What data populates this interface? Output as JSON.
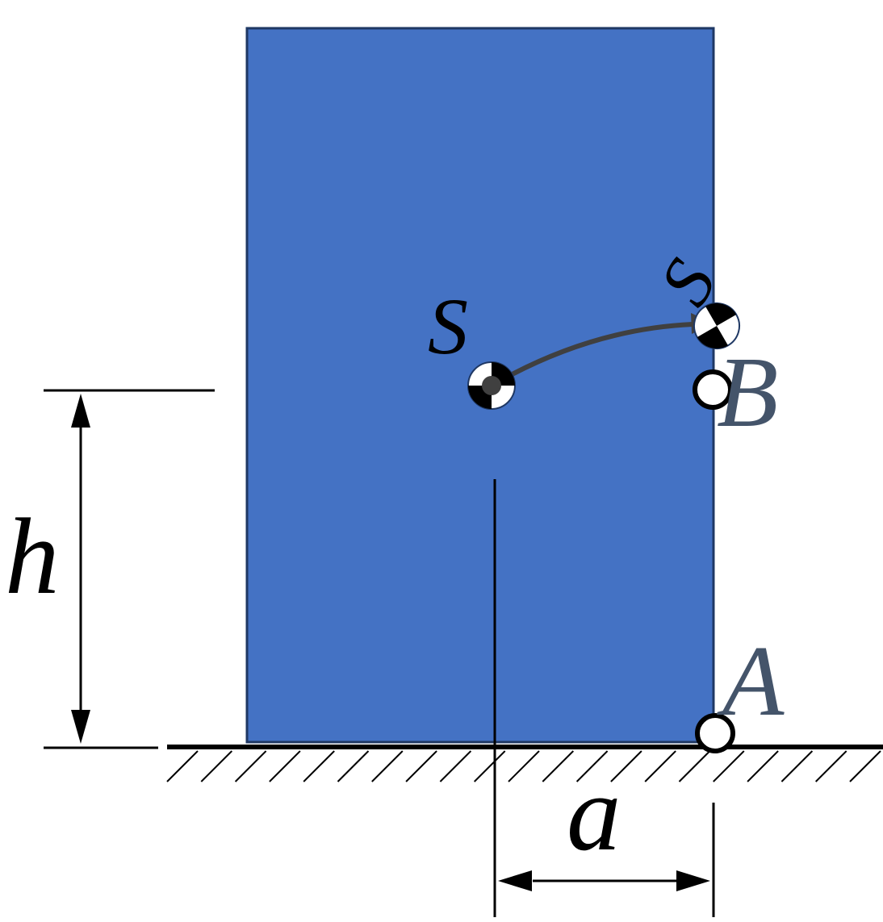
{
  "labels": {
    "h": "h",
    "a": "a",
    "A": "A",
    "B": "B",
    "S": "S",
    "S_rotated": "S"
  },
  "colors": {
    "block_fill": "#4472C4",
    "block_border": "#1F3864",
    "point_label": "#44546A",
    "arrow": "#404040",
    "ink": "#000000"
  }
}
